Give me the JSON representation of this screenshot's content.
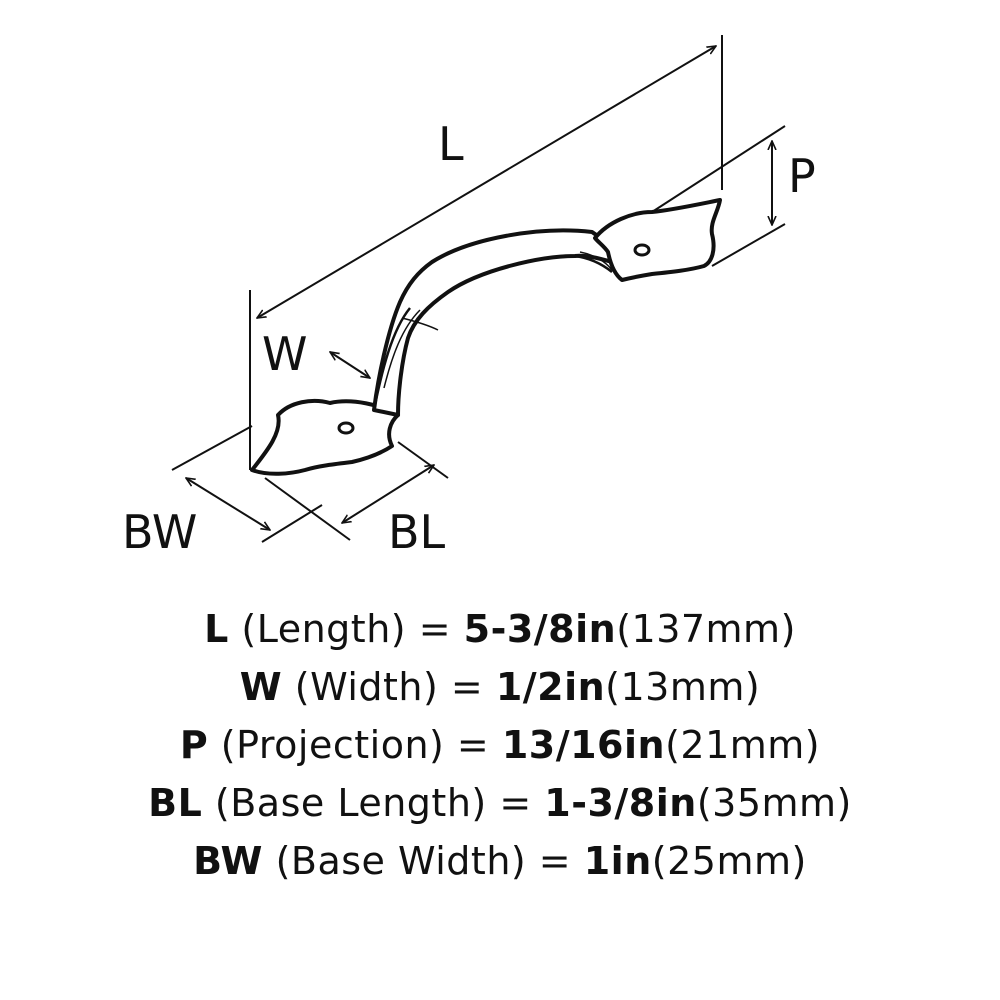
{
  "diagram": {
    "labels": {
      "L": "L",
      "P": "P",
      "W": "W",
      "BW": "BW",
      "BL": "BL"
    }
  },
  "specs": [
    {
      "abbr": "L",
      "desc": " (Length) = ",
      "imperial": "5-3/8in",
      "metric": "(137mm)"
    },
    {
      "abbr": "W",
      "desc": " (Width) = ",
      "imperial": "1/2in",
      "metric": "(13mm)"
    },
    {
      "abbr": "P",
      "desc": " (Projection) = ",
      "imperial": "13/16in",
      "metric": "(21mm)"
    },
    {
      "abbr": "BL",
      "desc": " (Base Length) = ",
      "imperial": "1-3/8in",
      "metric": "(35mm)"
    },
    {
      "abbr": "BW",
      "desc": " (Base Width) = ",
      "imperial": "1in",
      "metric": "(25mm)"
    }
  ]
}
